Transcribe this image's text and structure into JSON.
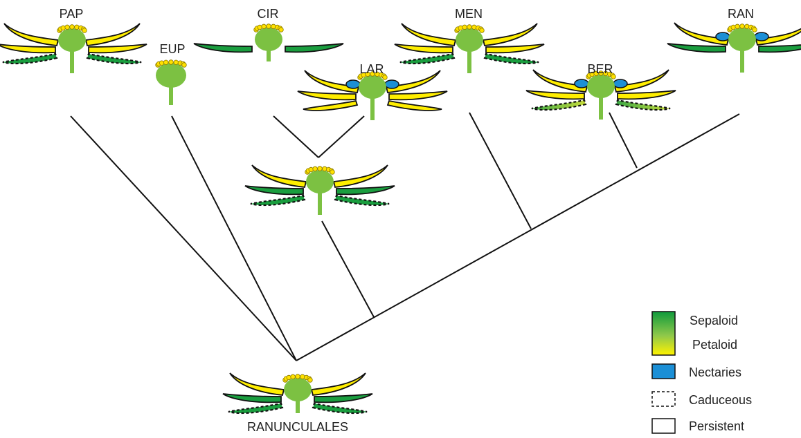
{
  "colors": {
    "sepal_green": "#1a9e3f",
    "petal_yellow": "#ffee00",
    "receptacle_green": "#7cc142",
    "anther_yellow": "#ffe100",
    "nectary_blue": "#1b8fd6",
    "outline": "#111111",
    "branch": "#111111"
  },
  "taxa": [
    {
      "id": "pap",
      "label": "PAP"
    },
    {
      "id": "eup",
      "label": "EUP"
    },
    {
      "id": "cir",
      "label": "CIR"
    },
    {
      "id": "lar",
      "label": "LAR"
    },
    {
      "id": "men",
      "label": "MEN"
    },
    {
      "id": "ber",
      "label": "BER"
    },
    {
      "id": "ran",
      "label": "RAN"
    }
  ],
  "root_label": "RANUNCULALES",
  "legend": {
    "sepaloid": "Sepaloid",
    "petaloid": "Petaloid",
    "nectaries": "Nectaries",
    "caduceous": "Caduceous",
    "persistent": "Persistent"
  }
}
